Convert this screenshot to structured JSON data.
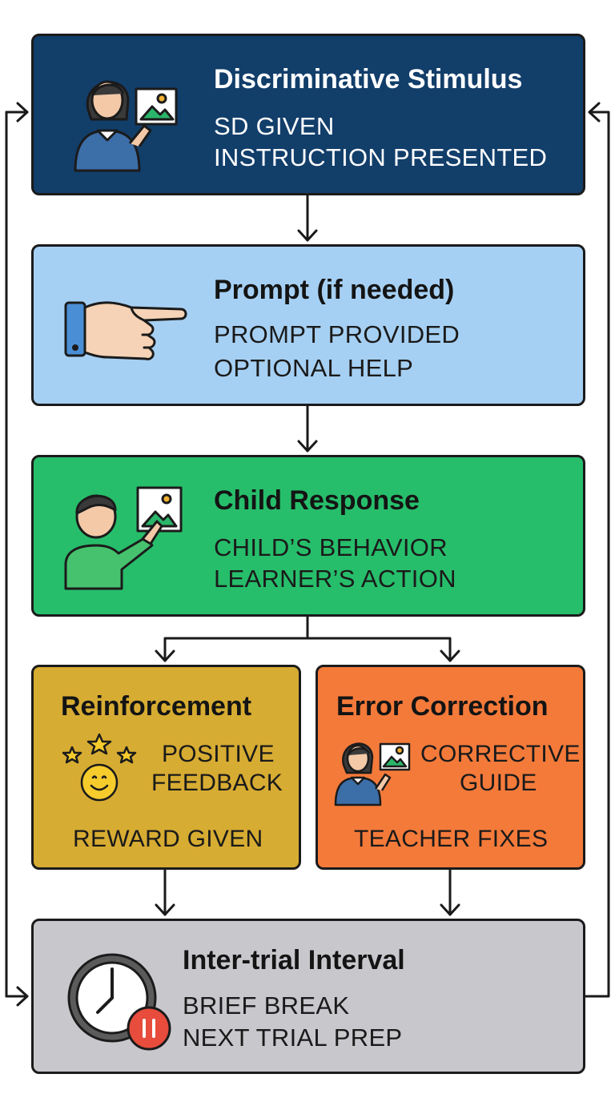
{
  "diagram": {
    "steps": [
      {
        "id": "sd",
        "title": "Discriminative Stimulus",
        "lines": [
          "SD GIVEN",
          "INSTRUCTION PRESENTED"
        ],
        "color": "#123e6a"
      },
      {
        "id": "prompt",
        "title": "Prompt (if needed)",
        "lines": [
          "PROMPT PROVIDED",
          "OPTIONAL HELP"
        ],
        "color": "#a6d0f3"
      },
      {
        "id": "child",
        "title": "Child Response",
        "lines": [
          "CHILD’S BEHAVIOR",
          "LEARNER’S ACTION"
        ],
        "color": "#27be6b"
      },
      {
        "id": "reinforcement",
        "title": "Reinforcement",
        "lines": [
          "POSITIVE",
          "FEEDBACK"
        ],
        "footer": "REWARD GIVEN",
        "color": "#d7ac32"
      },
      {
        "id": "error",
        "title": "Error Correction",
        "lines": [
          "CORRECTIVE",
          "GUIDE"
        ],
        "footer": "TEACHER FIXES",
        "color": "#f47a3a"
      },
      {
        "id": "iti",
        "title": "Inter-trial Interval",
        "lines": [
          "BRIEF BREAK",
          "NEXT TRIAL PREP"
        ],
        "color": "#c7c7cc"
      }
    ],
    "icons": {
      "sd": "teacher-showing-card-icon",
      "prompt": "pointing-hand-icon",
      "child": "child-pointing-card-icon",
      "reinforcement": "smiley-stars-icon",
      "error": "teacher-card-icon",
      "iti": "clock-pause-icon"
    }
  }
}
